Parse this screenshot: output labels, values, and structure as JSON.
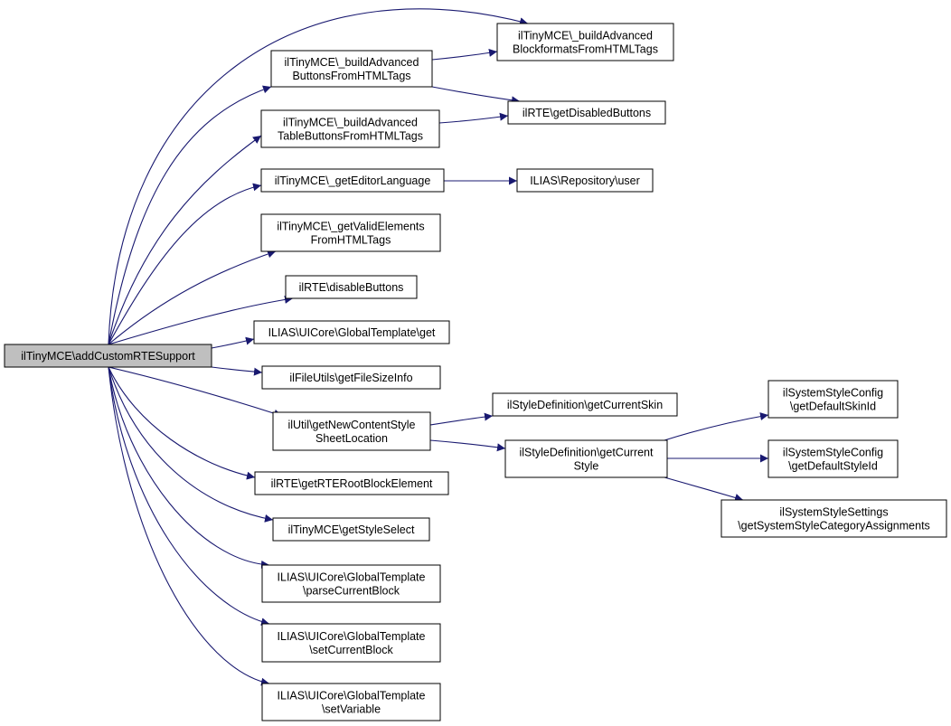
{
  "diagram": {
    "colors": {
      "edge": "#191970",
      "node_border": "#000000",
      "root_fill": "#bfbfbf",
      "node_fill": "#ffffff"
    },
    "nodes": [
      {
        "id": "root",
        "lines": [
          "ilTinyMCE\\addCustomRTESupport"
        ],
        "root": true
      },
      {
        "id": "n1",
        "lines": [
          "ilTinyMCE\\_buildAdvanced",
          "ButtonsFromHTMLTags"
        ]
      },
      {
        "id": "n2",
        "lines": [
          "ilTinyMCE\\_buildAdvanced",
          "BlockformatsFromHTMLTags"
        ]
      },
      {
        "id": "n3",
        "lines": [
          "ilRTE\\getDisabledButtons"
        ]
      },
      {
        "id": "n4",
        "lines": [
          "ilTinyMCE\\_buildAdvanced",
          "TableButtonsFromHTMLTags"
        ]
      },
      {
        "id": "n5",
        "lines": [
          "ilTinyMCE\\_getEditorLanguage"
        ]
      },
      {
        "id": "n6",
        "lines": [
          "ILIAS\\Repository\\user"
        ]
      },
      {
        "id": "n7",
        "lines": [
          "ilTinyMCE\\_getValidElements",
          "FromHTMLTags"
        ]
      },
      {
        "id": "n8",
        "lines": [
          "ilRTE\\disableButtons"
        ]
      },
      {
        "id": "n9",
        "lines": [
          "ILIAS\\UICore\\GlobalTemplate\\get"
        ]
      },
      {
        "id": "n10",
        "lines": [
          "ilFileUtils\\getFileSizeInfo"
        ]
      },
      {
        "id": "n11",
        "lines": [
          "ilUtil\\getNewContentStyle",
          "SheetLocation"
        ]
      },
      {
        "id": "n12",
        "lines": [
          "ilStyleDefinition\\getCurrentSkin"
        ]
      },
      {
        "id": "n13",
        "lines": [
          "ilStyleDefinition\\getCurrent",
          "Style"
        ]
      },
      {
        "id": "n14",
        "lines": [
          "ilSystemStyleConfig",
          "\\getDefaultSkinId"
        ]
      },
      {
        "id": "n15",
        "lines": [
          "ilSystemStyleConfig",
          "\\getDefaultStyleId"
        ]
      },
      {
        "id": "n16",
        "lines": [
          "ilSystemStyleSettings",
          "\\getSystemStyleCategoryAssignments"
        ]
      },
      {
        "id": "n17",
        "lines": [
          "ilRTE\\getRTERootBlockElement"
        ]
      },
      {
        "id": "n18",
        "lines": [
          "ilTinyMCE\\getStyleSelect"
        ]
      },
      {
        "id": "n19",
        "lines": [
          "ILIAS\\UICore\\GlobalTemplate",
          "\\parseCurrentBlock"
        ]
      },
      {
        "id": "n20",
        "lines": [
          "ILIAS\\UICore\\GlobalTemplate",
          "\\setCurrentBlock"
        ]
      },
      {
        "id": "n21",
        "lines": [
          "ILIAS\\UICore\\GlobalTemplate",
          "\\setVariable"
        ]
      }
    ],
    "edges": [
      [
        "root",
        "n2"
      ],
      [
        "root",
        "n1"
      ],
      [
        "root",
        "n4"
      ],
      [
        "root",
        "n5"
      ],
      [
        "root",
        "n7"
      ],
      [
        "root",
        "n8"
      ],
      [
        "root",
        "n9"
      ],
      [
        "root",
        "n10"
      ],
      [
        "root",
        "n11"
      ],
      [
        "root",
        "n17"
      ],
      [
        "root",
        "n18"
      ],
      [
        "root",
        "n19"
      ],
      [
        "root",
        "n20"
      ],
      [
        "root",
        "n21"
      ],
      [
        "n1",
        "n2"
      ],
      [
        "n1",
        "n3"
      ],
      [
        "n4",
        "n3"
      ],
      [
        "n5",
        "n6"
      ],
      [
        "n11",
        "n12"
      ],
      [
        "n11",
        "n13"
      ],
      [
        "n13",
        "n14"
      ],
      [
        "n13",
        "n15"
      ],
      [
        "n13",
        "n16"
      ]
    ]
  }
}
